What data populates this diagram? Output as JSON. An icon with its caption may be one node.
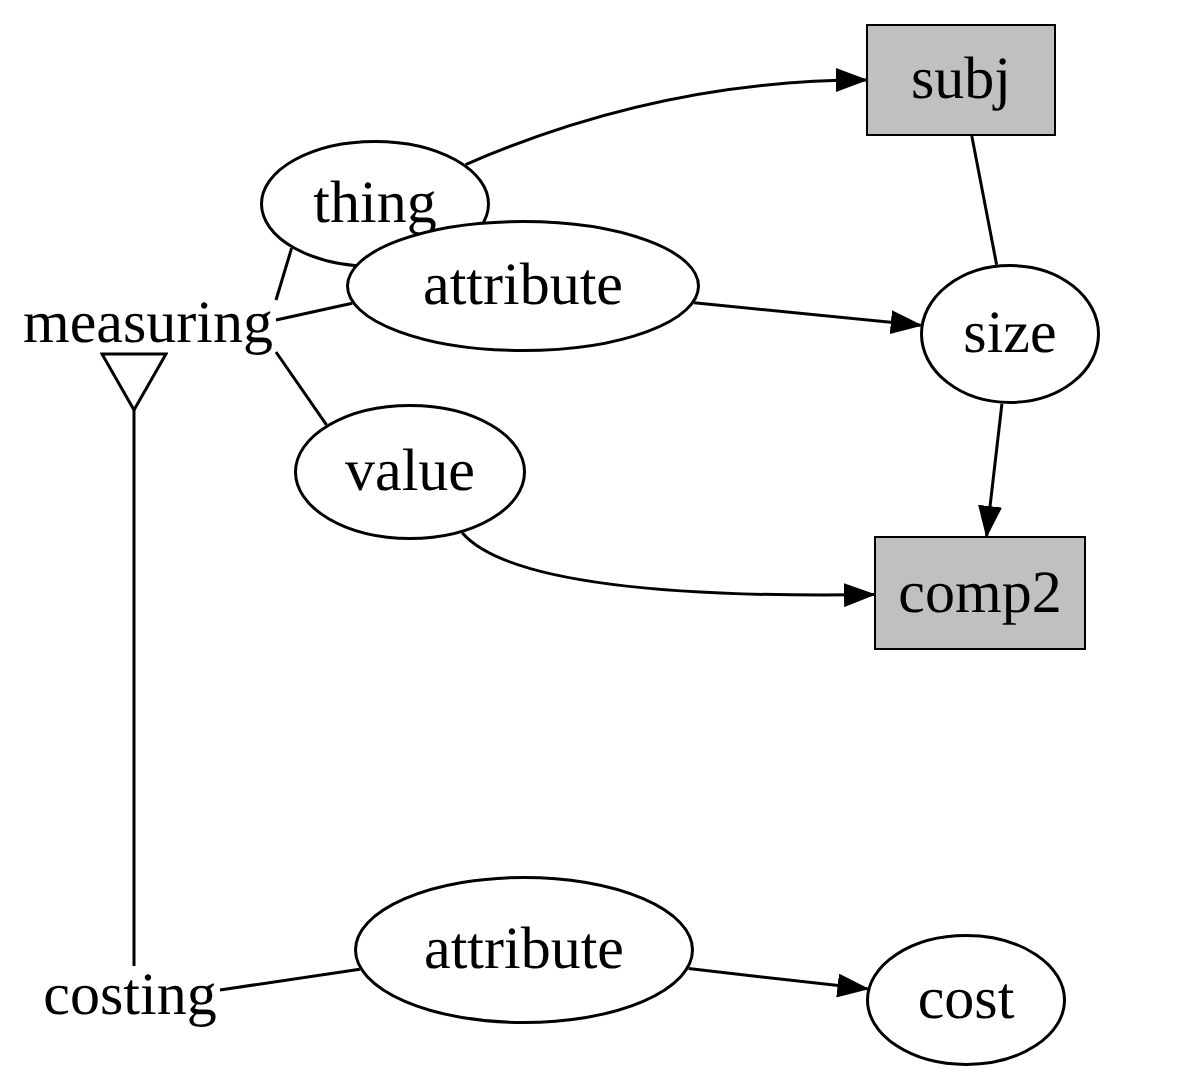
{
  "diagram": {
    "nodes": [
      {
        "text": [
          "measuring"
        ]
      },
      {
        "text": [
          "thing"
        ]
      },
      {
        "text": [
          "attribute"
        ]
      },
      {
        "text": [
          "value"
        ]
      },
      {
        "text": [
          "subj"
        ]
      },
      {
        "text": [
          "size"
        ]
      },
      {
        "text": [
          "comp2"
        ]
      },
      {
        "text": [
          "costing"
        ]
      },
      {
        "text": [
          "attribute"
        ]
      },
      {
        "text": [
          "cost"
        ]
      }
    ],
    "edges": [
      {
        "from": 0,
        "to": 1,
        "arrow": "none"
      },
      {
        "from": 0,
        "to": 2,
        "arrow": "none"
      },
      {
        "from": 0,
        "to": 3,
        "arrow": "none"
      },
      {
        "from": 1,
        "to": 4,
        "arrow": "to"
      },
      {
        "from": 2,
        "to": 5,
        "arrow": "to"
      },
      {
        "from": 4,
        "to": 5,
        "arrow": "none"
      },
      {
        "from": 5,
        "to": 6,
        "arrow": "to"
      },
      {
        "from": 3,
        "to": 6,
        "arrow": "to"
      },
      {
        "from": 7,
        "to": 8,
        "arrow": "none"
      },
      {
        "from": 8,
        "to": 9,
        "arrow": "to"
      },
      {
        "from": 7,
        "to": 0,
        "arrow": "other"
      }
    ]
  }
}
